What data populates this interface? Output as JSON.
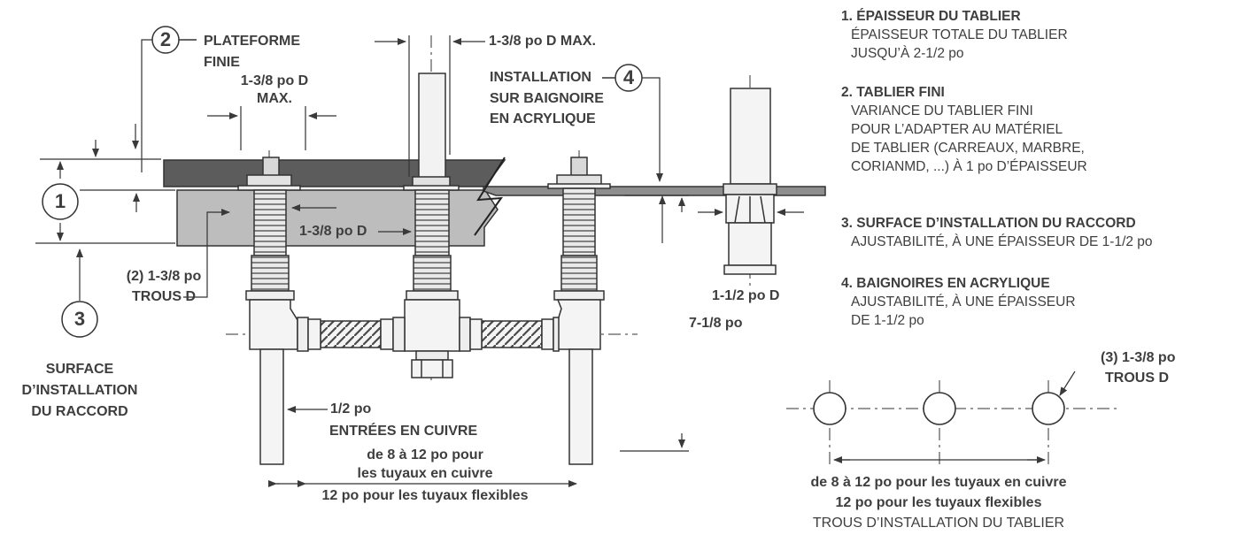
{
  "callouts": {
    "c1": "1",
    "c2": "2",
    "c3": "3",
    "c4": "4"
  },
  "labels": {
    "plateforme_1": "PLATEFORME",
    "plateforme_2": "FINIE",
    "hole_top_1": "1-3/8 po D",
    "hole_top_2": "MAX.",
    "spout_max": "1-3/8 po D MAX.",
    "acrylic_1": "INSTALLATION",
    "acrylic_2": "SUR BAIGNOIRE",
    "acrylic_3": "EN ACRYLIQUE",
    "mid_hole": "1-3/8 po D",
    "holes_1": "(2) 1-3/8 po",
    "holes_2": "TROUS D",
    "surface_1": "SURFACE",
    "surface_2": "D’INSTALLATION",
    "surface_3": "DU RACCORD",
    "inlet_1": "1/2 po",
    "inlet_2": "ENTRÉES EN CUIVRE",
    "spread_1": "de 8 à 12 po pour",
    "spread_2": "les tuyaux en cuivre",
    "spread_3": "12 po pour les tuyaux flexibles",
    "right_valve": "1-1/2 po D",
    "height": "7-1/8 po",
    "holes3_1": "(3) 1-3/8 po",
    "holes3_2": "TROUS D",
    "bottom_1": "de 8 à 12 po pour les tuyaux en cuivre",
    "bottom_2": "12 po pour les tuyaux flexibles",
    "bottom_3": "TROUS D’INSTALLATION DU TABLIER"
  },
  "legend": [
    {
      "title": "1. ÉPAISSEUR DU TABLIER",
      "lines": [
        "ÉPAISSEUR TOTALE DU TABLIER",
        "JUSQU’À 2-1/2 po"
      ]
    },
    {
      "title": "2. TABLIER FINI",
      "lines": [
        "VARIANCE DU TABLIER FINI",
        "POUR L’ADAPTER AU MATÉRIEL",
        "DE TABLIER (CARREAUX, MARBRE,",
        "CORIANMD, ...) À 1 po D’ÉPAISSEUR"
      ]
    },
    {
      "title": "3. SURFACE D’INSTALLATION DU RACCORD",
      "lines": [
        "AJUSTABILITÉ, À UNE ÉPAISSEUR DE 1-1/2 po"
      ]
    },
    {
      "title": "4. BAIGNOIRES EN ACRYLIQUE",
      "lines": [
        "AJUSTABILITÉ, À UNE ÉPAISSEUR",
        "DE 1-1/2 po"
      ]
    }
  ]
}
